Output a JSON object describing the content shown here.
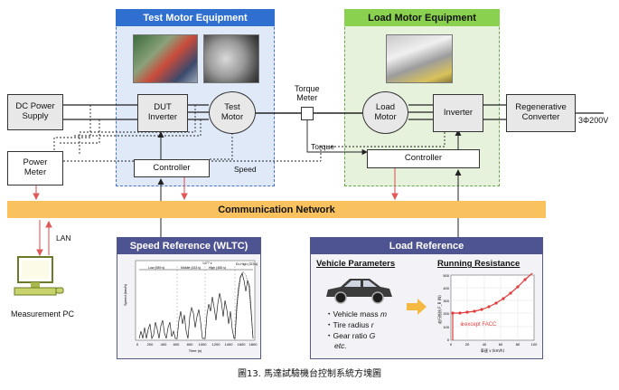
{
  "test_motor": {
    "title": "Test Motor Equipment",
    "dut_inverter": "DUT\nInverter",
    "test_motor": "Test\nMotor",
    "controller": "Controller",
    "speed_label": "Speed"
  },
  "load_motor": {
    "title": "Load Motor Equipment",
    "load_motor": "Load\nMotor",
    "inverter": "Inverter",
    "controller": "Controller",
    "torque_label": "Torque"
  },
  "dc_power_supply": "DC Power\nSupply",
  "power_meter": "Power\nMeter",
  "torque_meter": "Torque\nMeter",
  "regenerative_converter": "Regenerative\nConverter",
  "grid_label": "3Φ200V",
  "network": "Communication Network",
  "lan_label": "LAN",
  "measurement_pc": "Measurement PC",
  "speed_reference": {
    "title": "Speed Reference (WLTC)",
    "xlabel": "Time (s)",
    "ylabel": "Speed (km/h)",
    "phases": [
      "Low (589 s)",
      "Middle (433 s)",
      "High (455 s)",
      "Ex-High (323 s)"
    ],
    "total": "1477 s",
    "x_ticks": [
      "0",
      "200",
      "400",
      "600",
      "800",
      "1000",
      "1200",
      "1400",
      "1600",
      "1800"
    ]
  },
  "load_reference": {
    "title": "Load Reference",
    "vehicle_params_title": "Vehicle Parameters",
    "params": [
      "・Vehicle mass",
      "・Tire radius",
      "・Gear ratio"
    ],
    "param_symbols": [
      "m",
      "r",
      "G"
    ],
    "etc": "etc.",
    "running_resistance_title": "Running Resistance",
    "rr_ylabel": "走行抵抗 F_R (N)",
    "rr_xlabel": "車速 v (km/h)",
    "rr_annotation": "※except FACC",
    "rr_y_ticks": [
      "0",
      "100",
      "200",
      "300",
      "400",
      "500"
    ],
    "rr_x_ticks": [
      "0",
      "20",
      "40",
      "60",
      "80",
      "100"
    ]
  },
  "caption": "圖13. 馬達試驗機台控制系統方塊圖",
  "colors": {
    "test_header": "#2e6fd0",
    "load_header": "#8bd150",
    "network": "#f9c25e",
    "ref_header": "#4e5391",
    "signal_arrow": "#e05a5a",
    "curve": "#e03c3c"
  }
}
